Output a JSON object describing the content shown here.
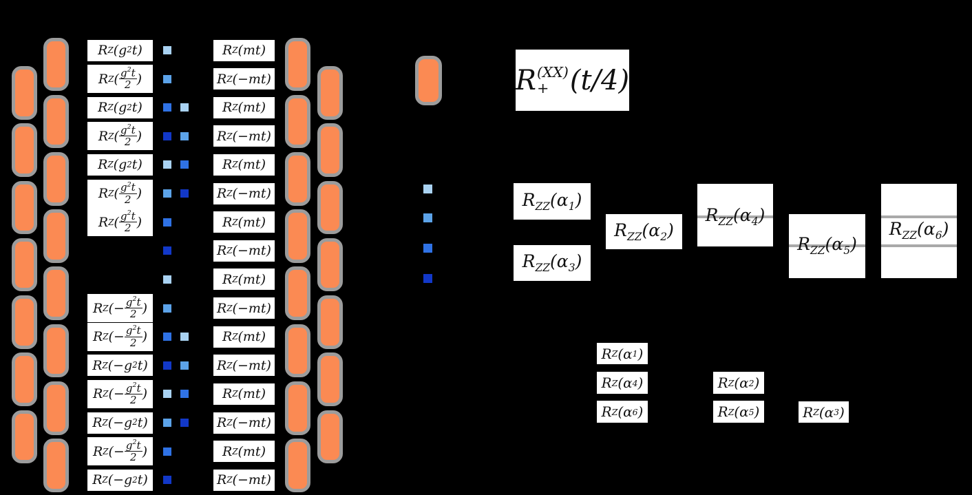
{
  "colors": {
    "background": "#000000",
    "gate_box_bg": "#FFFFFF",
    "gate_text": "#111111",
    "pill_fill": "#FB8A53",
    "pill_border": "#9C9C9C",
    "wire_gray": "#A9A9A9",
    "blue_shades": {
      "b1": "#A9D2F2",
      "b2": "#5CA3E9",
      "b3": "#2F72E5",
      "b4": "#1238C8"
    }
  },
  "gate_labels": {
    "g2t": {
      "sub": "Z",
      "sign": "",
      "frac": false,
      "num": "g²t",
      "den": "",
      "text": "RZ(g²t)"
    },
    "g2t_half": {
      "sub": "Z",
      "sign": "",
      "frac": true,
      "num": "g²t",
      "den": "2",
      "text": "RZ(g²t/2)"
    },
    "neg_g2t": {
      "sub": "Z",
      "sign": "−",
      "frac": false,
      "num": "g²t",
      "den": "",
      "text": "RZ(−g²t)"
    },
    "neg_g2t_half": {
      "sub": "Z",
      "sign": "−",
      "frac": true,
      "num": "g²t",
      "den": "2",
      "text": "RZ(−g²t/2)"
    },
    "mt": {
      "sub": "Z",
      "sign": "",
      "frac": false,
      "num": "mt",
      "den": "",
      "text": "RZ(mt)"
    },
    "neg_mt": {
      "sub": "Z",
      "sign": "−",
      "frac": false,
      "num": "mt",
      "den": "",
      "text": "RZ(−mt)"
    }
  },
  "left_circuit": {
    "rows": [
      {
        "left": "g2t",
        "squares": [
          "b1"
        ],
        "right": "mt"
      },
      {
        "left": "g2t_half",
        "squares": [
          "b2"
        ],
        "right": "neg_mt"
      },
      {
        "left": "g2t",
        "squares": [
          "b3",
          "b1"
        ],
        "right": "mt"
      },
      {
        "left": "g2t_half",
        "squares": [
          "b4",
          "b2"
        ],
        "right": "neg_mt"
      },
      {
        "left": "g2t",
        "squares": [
          "b1",
          "b3"
        ],
        "right": "mt"
      },
      {
        "left": "g2t_half",
        "squares": [
          "b2",
          "b4"
        ],
        "right": "neg_mt"
      },
      {
        "left": "g2t_half",
        "squares": [
          "b3"
        ],
        "right": "mt"
      },
      {
        "left": null,
        "squares": [
          "b4"
        ],
        "right": "neg_mt"
      },
      {
        "left": null,
        "squares": [
          "b1"
        ],
        "right": "mt"
      },
      {
        "left": "neg_g2t_half",
        "squares": [
          "b2"
        ],
        "right": "neg_mt"
      },
      {
        "left": "neg_g2t_half",
        "squares": [
          "b3",
          "b1"
        ],
        "right": "mt"
      },
      {
        "left": "neg_g2t",
        "squares": [
          "b4",
          "b2"
        ],
        "right": "neg_mt"
      },
      {
        "left": "neg_g2t_half",
        "squares": [
          "b1",
          "b3"
        ],
        "right": "mt"
      },
      {
        "left": "neg_g2t",
        "squares": [
          "b2",
          "b4"
        ],
        "right": "neg_mt"
      },
      {
        "left": "neg_g2t_half",
        "squares": [
          "b3"
        ],
        "right": "mt"
      },
      {
        "left": "neg_g2t",
        "squares": [
          "b4"
        ],
        "right": "neg_mt"
      }
    ],
    "pill_columns": [
      {
        "name": "outer-left",
        "first_row": 2,
        "pair_count": 7
      },
      {
        "name": "inner-left",
        "first_row": 1,
        "pair_count": 8
      },
      {
        "name": "inner-right",
        "first_row": 1,
        "pair_count": 8
      },
      {
        "name": "outer-right",
        "first_row": 2,
        "pair_count": 7
      }
    ]
  },
  "right_panel": {
    "xx_gate": {
      "base": "R",
      "sup": "(XX)",
      "sub": "+",
      "arg": "t/4",
      "text": "R+(XX)(t/4)"
    },
    "legend_squares": [
      "b1",
      "b2",
      "b3",
      "b4"
    ],
    "rzz_gates": [
      {
        "alpha": "1",
        "text": "RZZ(α1)"
      },
      {
        "alpha": "2",
        "text": "RZZ(α2)"
      },
      {
        "alpha": "3",
        "text": "RZZ(α3)"
      },
      {
        "alpha": "4",
        "text": "RZZ(α4)"
      },
      {
        "alpha": "5",
        "text": "RZZ(α5)"
      },
      {
        "alpha": "6",
        "text": "RZZ(α6)"
      }
    ],
    "rz_gates": [
      {
        "alpha": "1",
        "text": "RZ(α1)"
      },
      {
        "alpha": "4",
        "text": "RZ(α4)"
      },
      {
        "alpha": "6",
        "text": "RZ(α6)"
      },
      {
        "alpha": "2",
        "text": "RZ(α2)"
      },
      {
        "alpha": "5",
        "text": "RZ(α5)"
      },
      {
        "alpha": "3",
        "text": "RZ(α3)"
      }
    ]
  }
}
